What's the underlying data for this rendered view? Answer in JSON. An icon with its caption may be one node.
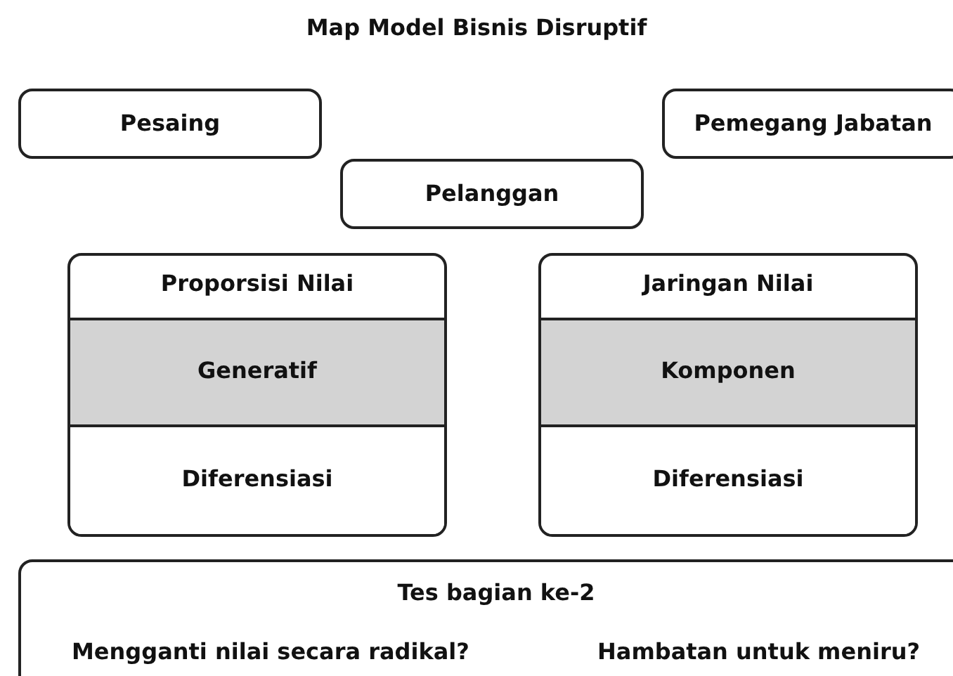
{
  "diagram": {
    "title": "Map Model Bisnis Disruptif",
    "nodes": [
      {
        "text": [
          "Pesaing"
        ]
      },
      {
        "text": [
          "Pemegang Jabatan"
        ]
      },
      {
        "text": [
          "Pelanggan"
        ]
      },
      {
        "text": [
          "Proporsisi Nilai"
        ]
      },
      {
        "text": [
          "Generatif"
        ],
        "in": 3
      },
      {
        "text": [
          "Diferensiasi"
        ],
        "in": 3
      },
      {
        "text": [
          "Jaringan Nilai"
        ]
      },
      {
        "text": [
          "Komponen"
        ],
        "in": 6
      },
      {
        "text": [
          "Diferensiasi"
        ],
        "in": 6
      },
      {
        "text": [
          "Tes bagian ke-2",
          "Mengganti nilai secara radikal?",
          "Hambatan untuk meniru?"
        ]
      }
    ]
  }
}
